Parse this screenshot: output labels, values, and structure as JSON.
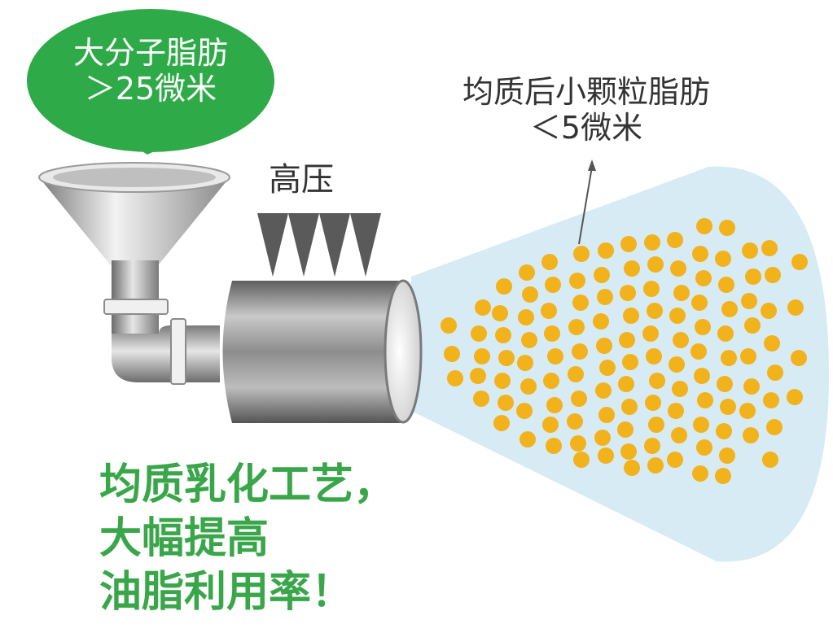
{
  "bubble": {
    "line1": "大分子脂肪",
    "line2": "＞25微米"
  },
  "pressure_label": "高压",
  "spray_label": {
    "line1": "均质后小颗粒脂肪",
    "line2": "＜5微米"
  },
  "headline": {
    "line1": "均质乳化工艺，",
    "line2": "大幅提高",
    "line3": "油脂利用率！"
  },
  "colors": {
    "bubble": "#2eab48",
    "headline": "#3aa64a",
    "droplet": "#f2b21b",
    "spray": "#d7ebf5",
    "arrow": "#555555"
  }
}
